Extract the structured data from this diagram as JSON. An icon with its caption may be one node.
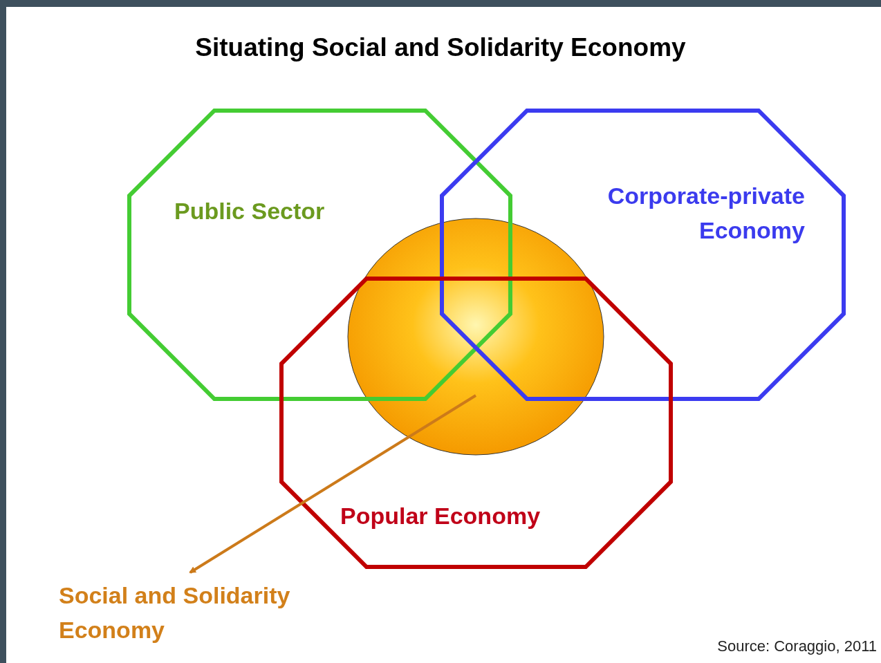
{
  "diagram": {
    "title": "Situating Social and Solidarity Economy",
    "nodes": [
      {
        "text": [
          "Public Sector"
        ]
      },
      {
        "text": [
          "Corporate-private Economy"
        ]
      },
      {
        "text": [
          "Popular Economy"
        ]
      },
      {
        "text": [],
        "shape": "circle"
      },
      {
        "text": [
          "Social and Solidarity Economy"
        ]
      }
    ],
    "edges": [
      {
        "from": 3,
        "to": 4,
        "arrow": "to",
        "color": "#cc7a1a"
      }
    ],
    "labels": [
      "Source: Coraggio, 2011"
    ]
  }
}
